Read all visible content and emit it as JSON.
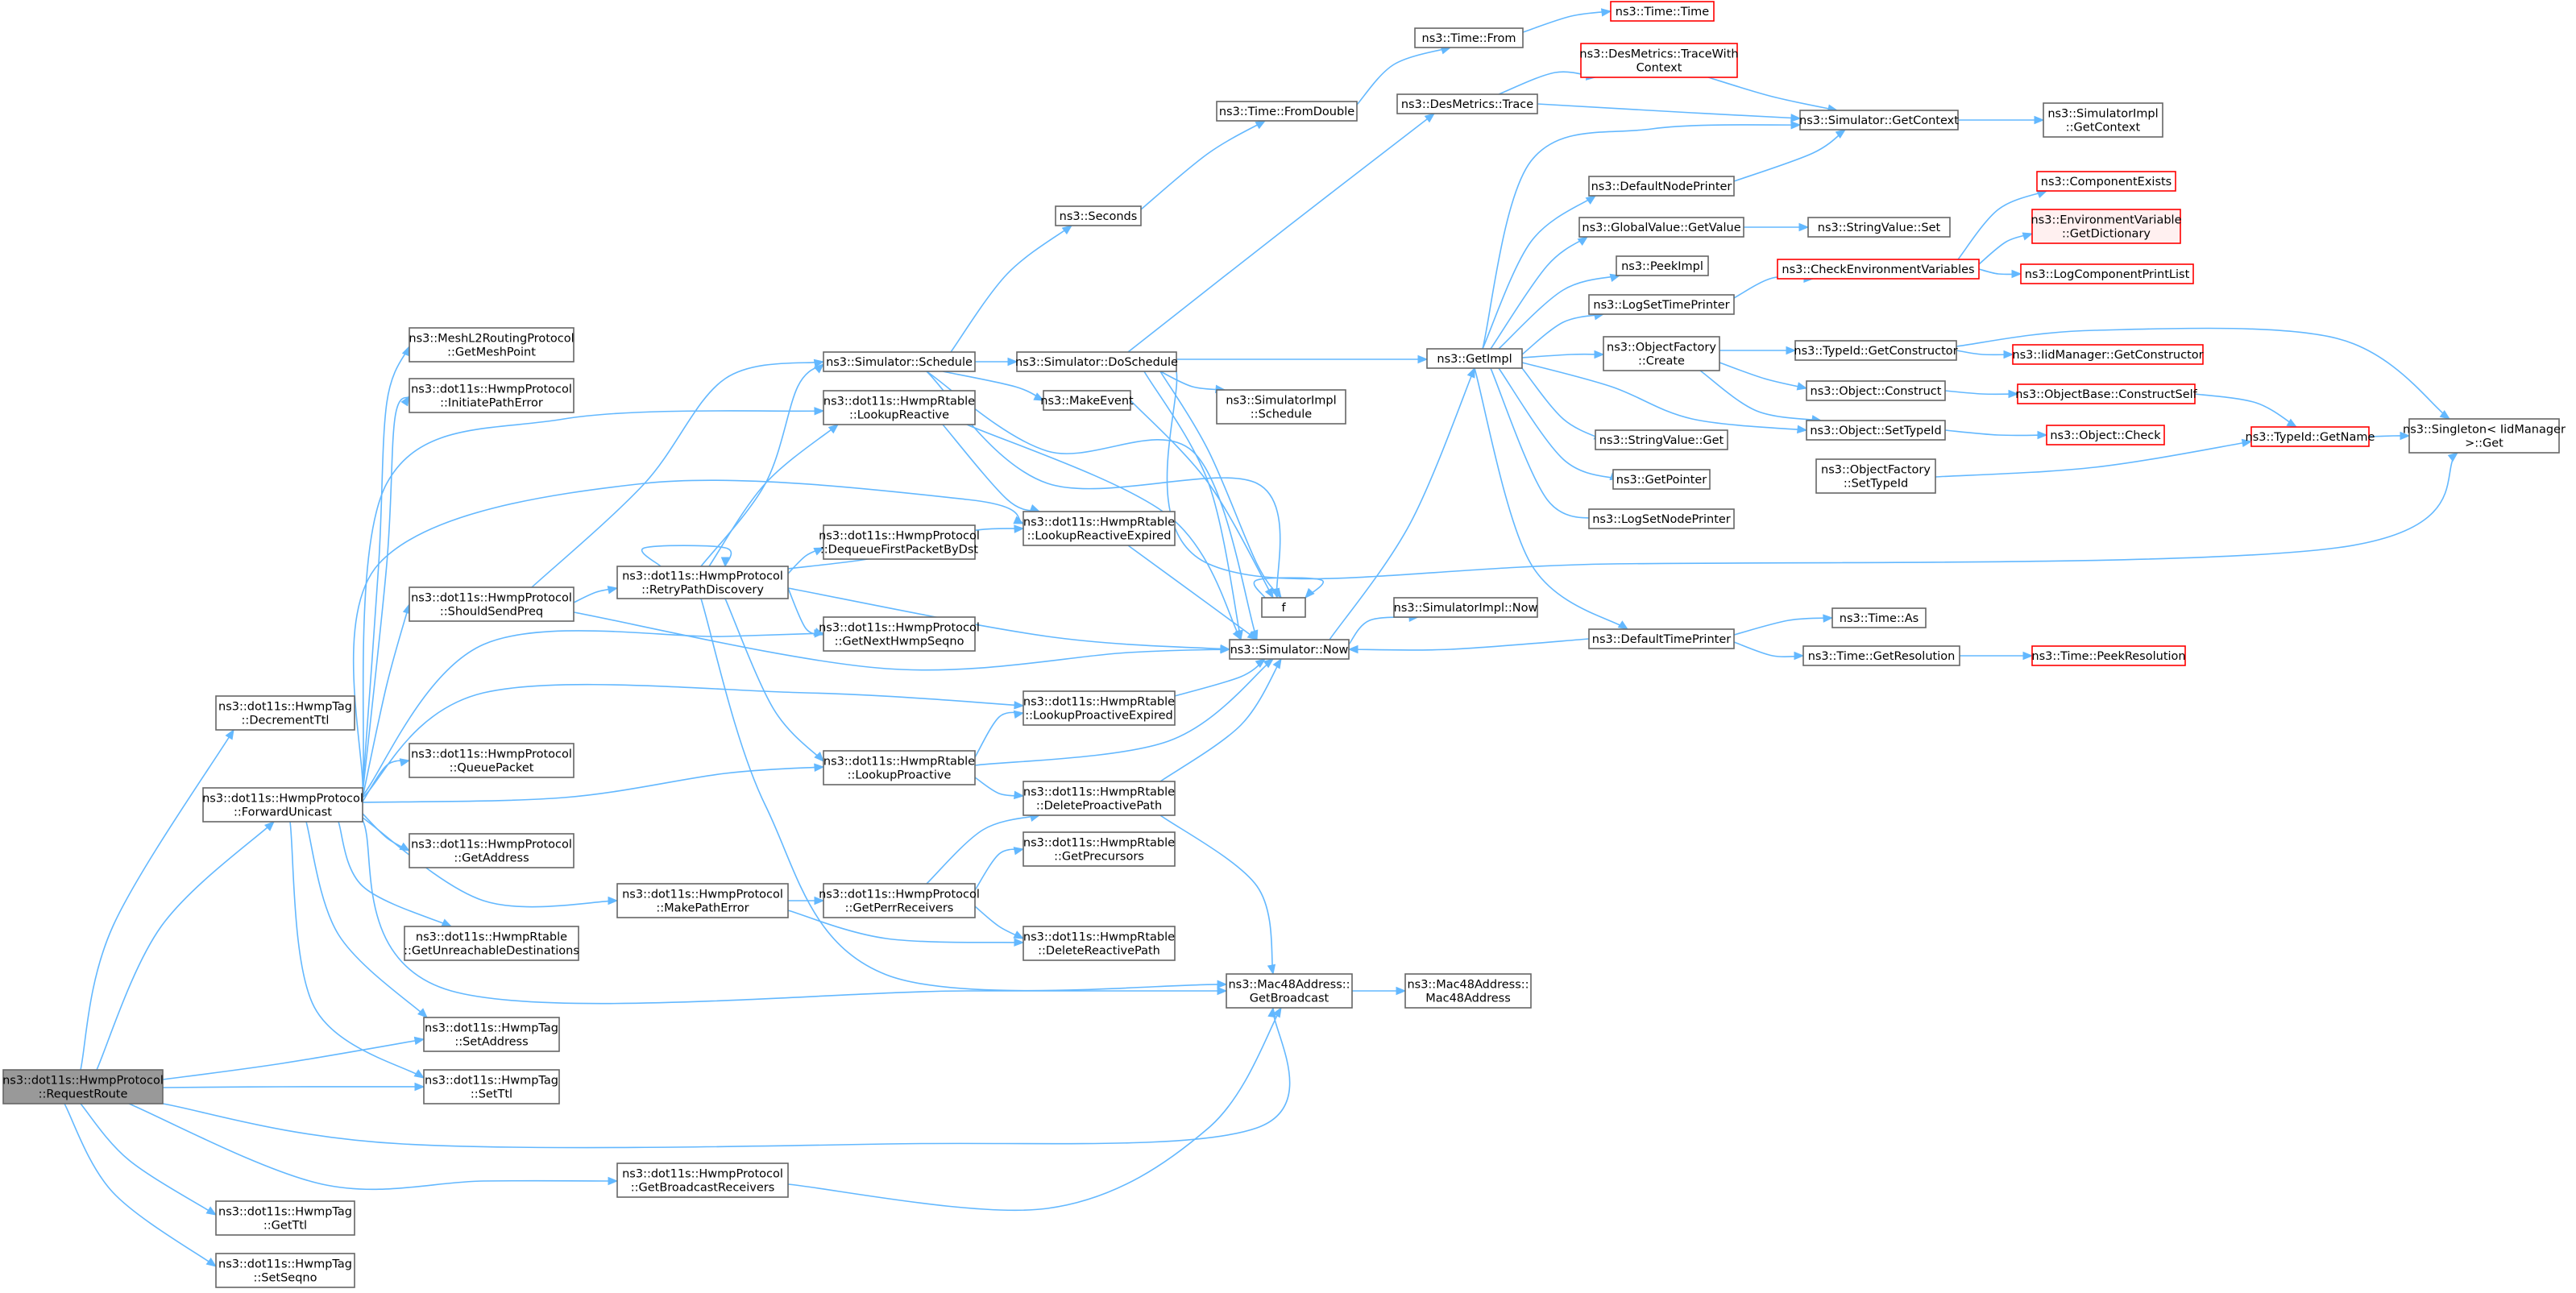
{
  "graph": {
    "nodes": [
      {
        "id": "root",
        "lines": [
          "ns3::dot11s::HwmpProtocol",
          "::RequestRoute"
        ],
        "root": true
      },
      {
        "id": "tagDec",
        "lines": [
          "ns3::dot11s::HwmpTag",
          "::DecrementTtl"
        ]
      },
      {
        "id": "fwd",
        "lines": [
          "ns3::dot11s::HwmpProtocol",
          "::ForwardUnicast"
        ]
      },
      {
        "id": "tagSetAddr",
        "lines": [
          "ns3::dot11s::HwmpTag",
          "::SetAddress"
        ]
      },
      {
        "id": "tagSetTtl",
        "lines": [
          "ns3::dot11s::HwmpTag",
          "::SetTtl"
        ]
      },
      {
        "id": "tagGetTtl",
        "lines": [
          "ns3::dot11s::HwmpTag",
          "::GetTtl"
        ]
      },
      {
        "id": "tagSetSeq",
        "lines": [
          "ns3::dot11s::HwmpTag",
          "::SetSeqno"
        ]
      },
      {
        "id": "meshPt",
        "lines": [
          "ns3::MeshL2RoutingProtocol",
          "::GetMeshPoint"
        ]
      },
      {
        "id": "initErr",
        "lines": [
          "ns3::dot11s::HwmpProtocol",
          "::InitiatePathError"
        ]
      },
      {
        "id": "shouldPreq",
        "lines": [
          "ns3::dot11s::HwmpProtocol",
          "::ShouldSendPreq"
        ]
      },
      {
        "id": "queuePkt",
        "lines": [
          "ns3::dot11s::HwmpProtocol",
          "::QueuePacket"
        ]
      },
      {
        "id": "getAddr",
        "lines": [
          "ns3::dot11s::HwmpProtocol",
          "::GetAddress"
        ]
      },
      {
        "id": "getUnreach",
        "lines": [
          "ns3::dot11s::HwmpRtable",
          "::GetUnreachableDestinations"
        ]
      },
      {
        "id": "retry",
        "lines": [
          "ns3::dot11s::HwmpProtocol",
          "::RetryPathDiscovery"
        ]
      },
      {
        "id": "makeErr",
        "lines": [
          "ns3::dot11s::HwmpProtocol",
          "::MakePathError"
        ]
      },
      {
        "id": "getBcRecv",
        "lines": [
          "ns3::dot11s::HwmpProtocol",
          "::GetBroadcastReceivers"
        ]
      },
      {
        "id": "schedule",
        "lines": [
          "ns3::Simulator::Schedule"
        ]
      },
      {
        "id": "lookupReactive",
        "lines": [
          "ns3::dot11s::HwmpRtable",
          "::LookupReactive"
        ]
      },
      {
        "id": "dequeue",
        "lines": [
          "ns3::dot11s::HwmpProtocol",
          "::DequeueFirstPacketByDst"
        ]
      },
      {
        "id": "getNextSeq",
        "lines": [
          "ns3::dot11s::HwmpProtocol",
          "::GetNextHwmpSeqno"
        ]
      },
      {
        "id": "lookupProactive",
        "lines": [
          "ns3::dot11s::HwmpRtable",
          "::LookupProactive"
        ]
      },
      {
        "id": "getPerr",
        "lines": [
          "ns3::dot11s::HwmpProtocol",
          "::GetPerrReceivers"
        ]
      },
      {
        "id": "seconds",
        "lines": [
          "ns3::Seconds"
        ]
      },
      {
        "id": "doSchedule",
        "lines": [
          "ns3::Simulator::DoSchedule"
        ]
      },
      {
        "id": "makeEvent",
        "lines": [
          "ns3::MakeEvent"
        ]
      },
      {
        "id": "lookupReactiveExp",
        "lines": [
          "ns3::dot11s::HwmpRtable",
          "::LookupReactiveExpired"
        ]
      },
      {
        "id": "lookupProactiveExp",
        "lines": [
          "ns3::dot11s::HwmpRtable",
          "::LookupProactiveExpired"
        ]
      },
      {
        "id": "delProactive",
        "lines": [
          "ns3::dot11s::HwmpRtable",
          "::DeleteProactivePath"
        ]
      },
      {
        "id": "getPrecursors",
        "lines": [
          "ns3::dot11s::HwmpRtable",
          "::GetPrecursors"
        ]
      },
      {
        "id": "delReactive",
        "lines": [
          "ns3::dot11s::HwmpRtable",
          "::DeleteReactivePath"
        ]
      },
      {
        "id": "timeFromDouble",
        "lines": [
          "ns3::Time::FromDouble"
        ]
      },
      {
        "id": "simImplSchedule",
        "lines": [
          "ns3::SimulatorImpl",
          "::Schedule"
        ]
      },
      {
        "id": "simNow",
        "lines": [
          "ns3::Simulator::Now"
        ]
      },
      {
        "id": "f",
        "lines": [
          "f"
        ]
      },
      {
        "id": "getBroadcast",
        "lines": [
          "ns3::Mac48Address::",
          "GetBroadcast"
        ]
      },
      {
        "id": "timeFrom",
        "lines": [
          "ns3::Time::From"
        ]
      },
      {
        "id": "desTrace",
        "lines": [
          "ns3::DesMetrics::Trace"
        ]
      },
      {
        "id": "simImplNow",
        "lines": [
          "ns3::SimulatorImpl::Now"
        ]
      },
      {
        "id": "mac48ctor",
        "lines": [
          "ns3::Mac48Address::",
          "Mac48Address"
        ]
      },
      {
        "id": "timeTime",
        "lines": [
          "ns3::Time::Time"
        ],
        "red": true
      },
      {
        "id": "desTraceCtx",
        "lines": [
          "ns3::DesMetrics::TraceWith",
          "Context"
        ],
        "red": true
      },
      {
        "id": "getImpl",
        "lines": [
          "ns3::GetImpl"
        ]
      },
      {
        "id": "defNodePrinter",
        "lines": [
          "ns3::DefaultNodePrinter"
        ]
      },
      {
        "id": "gvGetValue",
        "lines": [
          "ns3::GlobalValue::GetValue"
        ]
      },
      {
        "id": "peekImpl",
        "lines": [
          "ns3::PeekImpl"
        ]
      },
      {
        "id": "logSetTime",
        "lines": [
          "ns3::LogSetTimePrinter"
        ]
      },
      {
        "id": "ofCreate",
        "lines": [
          "ns3::ObjectFactory",
          "::Create"
        ]
      },
      {
        "id": "svGet",
        "lines": [
          "ns3::StringValue::Get"
        ]
      },
      {
        "id": "getPointer",
        "lines": [
          "ns3::GetPointer"
        ]
      },
      {
        "id": "logSetNode",
        "lines": [
          "ns3::LogSetNodePrinter"
        ]
      },
      {
        "id": "defTimePrinter",
        "lines": [
          "ns3::DefaultTimePrinter"
        ]
      },
      {
        "id": "simGetCtx",
        "lines": [
          "ns3::Simulator::GetContext"
        ]
      },
      {
        "id": "svSet",
        "lines": [
          "ns3::StringValue::Set"
        ]
      },
      {
        "id": "checkEnv",
        "lines": [
          "ns3::CheckEnvironmentVariables"
        ],
        "red": true
      },
      {
        "id": "tidGetCtor",
        "lines": [
          "ns3::TypeId::GetConstructor"
        ]
      },
      {
        "id": "objConstruct",
        "lines": [
          "ns3::Object::Construct"
        ]
      },
      {
        "id": "objSetTid",
        "lines": [
          "ns3::Object::SetTypeId"
        ]
      },
      {
        "id": "ofSetTid",
        "lines": [
          "ns3::ObjectFactory",
          "::SetTypeId"
        ]
      },
      {
        "id": "timeAs",
        "lines": [
          "ns3::Time::As"
        ]
      },
      {
        "id": "timeGetRes",
        "lines": [
          "ns3::Time::GetResolution"
        ]
      },
      {
        "id": "simImplGetCtx",
        "lines": [
          "ns3::SimulatorImpl",
          "::GetContext"
        ]
      },
      {
        "id": "compExists",
        "lines": [
          "ns3::ComponentExists"
        ],
        "red": true
      },
      {
        "id": "envGetDict",
        "lines": [
          "ns3::EnvironmentVariable",
          "::GetDictionary"
        ],
        "red": true,
        "pink": true
      },
      {
        "id": "logPrintList",
        "lines": [
          "ns3::LogComponentPrintList"
        ],
        "red": true
      },
      {
        "id": "iidGetCtor",
        "lines": [
          "ns3::IidManager::GetConstructor"
        ],
        "red": true
      },
      {
        "id": "objBaseConstruct",
        "lines": [
          "ns3::ObjectBase::ConstructSelf"
        ],
        "red": true
      },
      {
        "id": "objCheck",
        "lines": [
          "ns3::Object::Check"
        ],
        "red": true
      },
      {
        "id": "tidGetName",
        "lines": [
          "ns3::TypeId::GetName"
        ],
        "red": true
      },
      {
        "id": "peekRes",
        "lines": [
          "ns3::Time::PeekResolution"
        ],
        "red": true
      },
      {
        "id": "singleton",
        "lines": [
          "ns3::Singleton< IidManager",
          ">::Get"
        ]
      }
    ]
  }
}
